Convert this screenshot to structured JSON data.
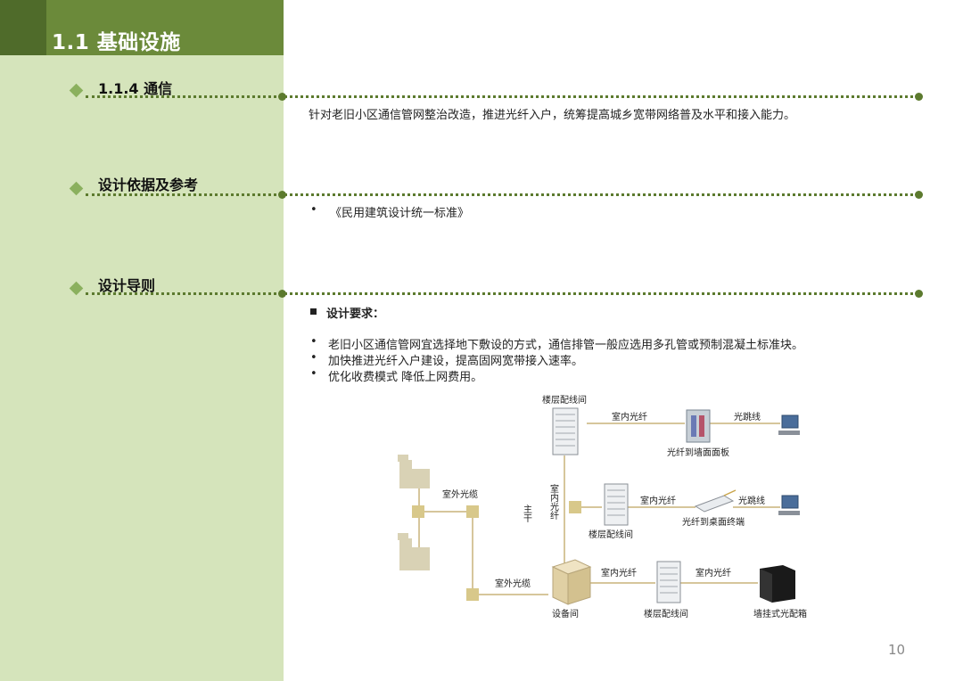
{
  "header": {
    "title": "1.1 基础设施"
  },
  "sections": [
    {
      "heading": "1.1.4 通信",
      "body": "针对老旧小区通信管网整治改造，推进光纤入户，统筹提高城乡宽带网络普及水平和接入能力。"
    },
    {
      "heading": "设计依据及参考",
      "items": [
        "《民用建筑设计统一标准》"
      ]
    },
    {
      "heading": "设计导则",
      "subheading": "设计要求：",
      "items": [
        "老旧小区通信管网宜选择地下敷设的方式，通信排管一般应选用多孔管或预制混凝土标准块。",
        "加快推进光纤入户建设，提高固网宽带接入速率。",
        "优化收费模式 降低上网费用。"
      ]
    }
  ],
  "diagram": {
    "outdoor_cable_1": "室外光缆",
    "outdoor_cable_2": "室外光缆",
    "backbone": "主干",
    "indoor_fiber_vertical": "室内光纤",
    "floor_room_top": "楼层配线间",
    "floor_room_mid": "楼层配线间",
    "floor_room_bottom": "楼层配线间",
    "indoor_fiber_1": "室内光纤",
    "indoor_fiber_2": "室内光纤",
    "indoor_fiber_3": "室内光纤",
    "indoor_fiber_4": "室内光纤",
    "patch_cord_1": "光跳线",
    "patch_cord_2": "光跳线",
    "wall_panel": "光纤到墙面面板",
    "desktop_terminal": "光纤到桌面终端",
    "equipment_room": "设备间",
    "wall_box": "墙挂式光配箱"
  },
  "page_number": "10",
  "colors": {
    "sidebar": "#d5e4bb",
    "title_bar": "#6b8a3a",
    "accent_line": "#5c7a2e"
  }
}
